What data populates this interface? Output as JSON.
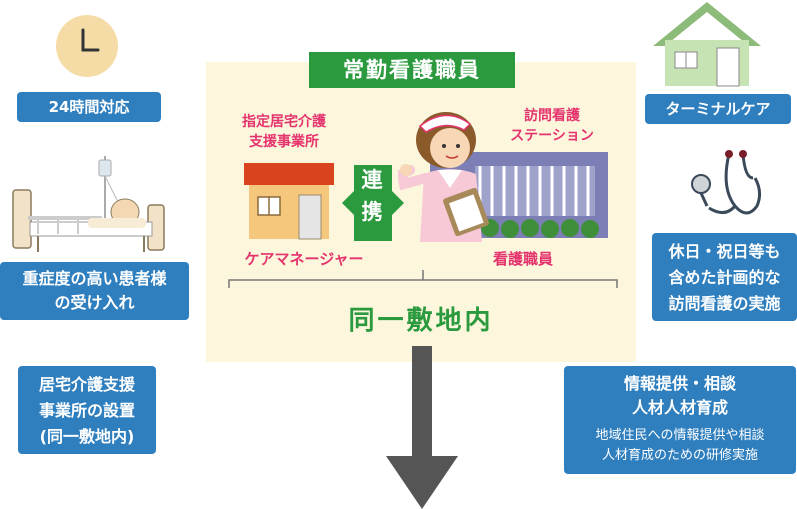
{
  "center": {
    "title": "常勤看護職員",
    "office_label_line1": "指定居宅介護",
    "office_label_line2": "支援事業所",
    "station_label_line1": "訪問看護",
    "station_label_line2": "ステーション",
    "renkei_char1": "連",
    "renkei_char2": "携",
    "care_manager": "ケアマネージャー",
    "nurse_staff": "看護職員",
    "same_site": "同一敷地内"
  },
  "left": {
    "box1": "24時間対応",
    "box2_line1": "重症度の高い患者様",
    "box2_line2": "の受け入れ",
    "box3_line1": "居宅介護支援",
    "box3_line2": "事業所の設置",
    "box3_line3": "(同一敷地内)"
  },
  "right": {
    "box1": "ターミナルケア",
    "box2_line1": "休日・祝日等も",
    "box2_line2": "含めた計画的な",
    "box2_line3": "訪問看護の実施",
    "box3_title1": "情報提供・相談",
    "box3_title2": "人材人材育成",
    "box3_sub1": "地域住民への情報提供や相談",
    "box3_sub2": "人材育成のための研修実施"
  },
  "icons": [
    "clock-icon",
    "hospital-bed-icon",
    "house-icon",
    "stethoscope-icon",
    "nurse-illustration",
    "office-house-icon",
    "station-building-icon",
    "down-arrow-icon"
  ],
  "colors": {
    "blue_box": "#2f7fbf",
    "green": "#2b9a3e",
    "pink": "#e5336e",
    "panel": "#fbf6dc",
    "arrow": "#555555"
  }
}
